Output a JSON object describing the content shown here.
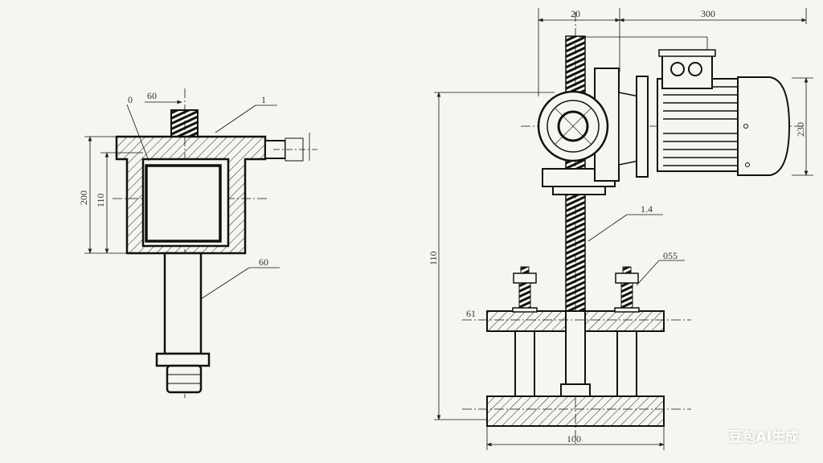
{
  "left_view": {
    "labels": {
      "part_0": "0",
      "dim_60_top": "60",
      "part_1": "1",
      "dim_200": "200",
      "dim_110": "110",
      "dim_60_shaft": "60"
    }
  },
  "right_view": {
    "labels": {
      "dim_20": "20",
      "dim_300": "300",
      "dim_230": "230",
      "dim_110": "110",
      "part_1_4": "1.4",
      "part_055": "055",
      "part_61": "61",
      "dim_100": "100"
    }
  },
  "watermark": "豆包AI生成"
}
